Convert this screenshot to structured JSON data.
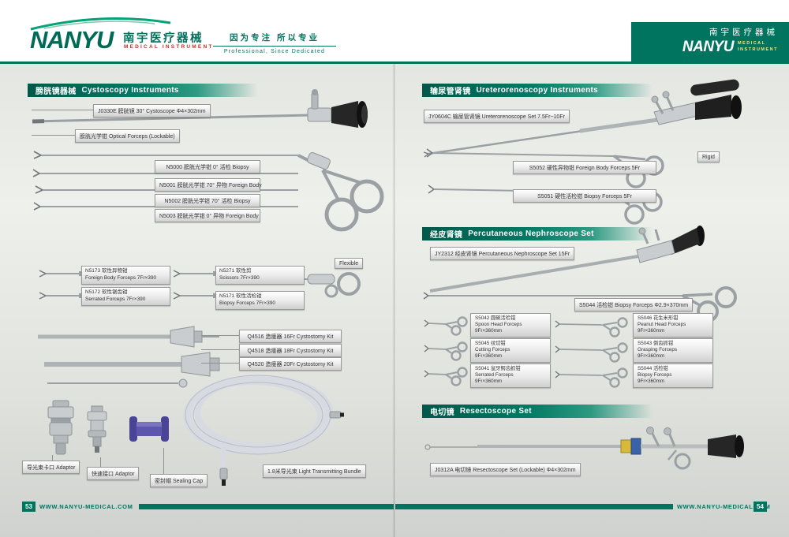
{
  "colors": {
    "accent": "#00745f",
    "label_border": "#999999",
    "brand_red": "#b5342a"
  },
  "brand": {
    "name": "NANYU",
    "name_cn": "南宇医疗器械",
    "sub": "MEDICAL  INSTRUMENT",
    "slogan_cn": "因为专注  所以专业",
    "slogan_en": "Professional, Since Dedicated"
  },
  "badge": {
    "cn": "南宇医疗器械",
    "name": "NANYU",
    "sub1": "MEDICAL",
    "sub2": "INSTRUMENT"
  },
  "left_page": {
    "section": {
      "cn": "膀胱镜器械",
      "en": "Cystoscopy Instruments"
    },
    "labels": {
      "cystoscope": "J0330E 膀胱镜 30°  Cystoscope  Φ4×302mm",
      "optical": "膀胱光学钳 Optical Forceps (Lockable)",
      "n_items": [
        "N5000 膀胱光学钳  0°  活检 Biopsy",
        "N5001 膀胱光学钳 70°  异物 Foreign Body",
        "N5002 膀胱光学钳 70°  活检 Biopsy",
        "N5003 膀胱光学钳  0°  异物 Foreign Body"
      ],
      "flexible_tag": "Flexible",
      "flex_items": [
        {
          "l1": "N5173 软性异物钳",
          "l2": "Foreign Body Forceps 7Fr×390"
        },
        {
          "l1": "N5271 软性剪",
          "l2": "Scissors 7Fr×390"
        },
        {
          "l1": "N5172 软性锯齿钳",
          "l2": "Serrated Forceps 7Fr×390"
        },
        {
          "l1": "N5171 软性活检钳",
          "l2": "Biopsy Forceps 7Fr×390"
        }
      ],
      "q_items": [
        "Q4516 造瘘器 16Fr Cystostomy Kit",
        "Q4518 造瘘器 18Fr Cystostomy Kit",
        "Q4520 造瘘器 20Fr Cystostomy Kit"
      ],
      "adaptor1": "导光束卡口 Adaptor",
      "adaptor2": "快速接口 Adaptor",
      "cap": "密封帽 Sealing Cap",
      "bundle": "1.8米导光束  Light Transmitting Bundle"
    },
    "footer": {
      "page_no": "53",
      "url": "WWW.NANYU-MEDICAL.COM"
    }
  },
  "right_page": {
    "sections": {
      "uretero": {
        "cn": "输尿管肾镜",
        "en": "Ureterorenoscopy Instruments"
      },
      "nephro": {
        "cn": "经皮肾镜",
        "en": "Percutaneous Nephroscope Set"
      },
      "resecto": {
        "cn": "电切镜",
        "en": "Resectoscope Set"
      }
    },
    "labels": {
      "uretero_set": "JY0604C 输尿管肾镜 Ureterorenoscope Set 7.5Fr~10Fr",
      "rigid_tag": "Rigid",
      "s5052": "S5052 硬性异物钳 Foreign Body Forceps 5Fr",
      "s5051": "S5051 硬性活检钳 Biopsy Forceps 5Fr",
      "nephro_set": "JY2312 经皮肾镜 Percutaneous Nephroscope Set 15Fr",
      "s5044_long": "S5044 活检钳 Biopsy Forceps  Φ2.9×370mm",
      "grid": [
        {
          "l1": "S5042 圆碗活检钳",
          "l2": "Spoon Head Forceps",
          "l3": "9Fr×360mm"
        },
        {
          "l1": "S5046 花生米形钳",
          "l2": "Peanut Head Forceps",
          "l3": "9Fr×360mm"
        },
        {
          "l1": "S5045 纹切钳",
          "l2": "Cutting Forceps",
          "l3": "9Fr×360mm"
        },
        {
          "l1": "S5043 倒齿抓钳",
          "l2": "Grasping Forceps",
          "l3": "9Fr×360mm"
        },
        {
          "l1": "S5041 鼠牙鳄齿抓钳",
          "l2": "Serrated Forceps",
          "l3": "9Fr×360mm"
        },
        {
          "l1": "S5044 活检钳",
          "l2": "Biopsy Forceps",
          "l3": "9Fr×360mm"
        }
      ],
      "resecto_set": "J0312A 电切镜 Resectoscope Set (Lockable)  Φ4×302mm"
    },
    "footer": {
      "url": "WWW.NANYU-MEDICAL.COM",
      "page_no": "54"
    }
  }
}
